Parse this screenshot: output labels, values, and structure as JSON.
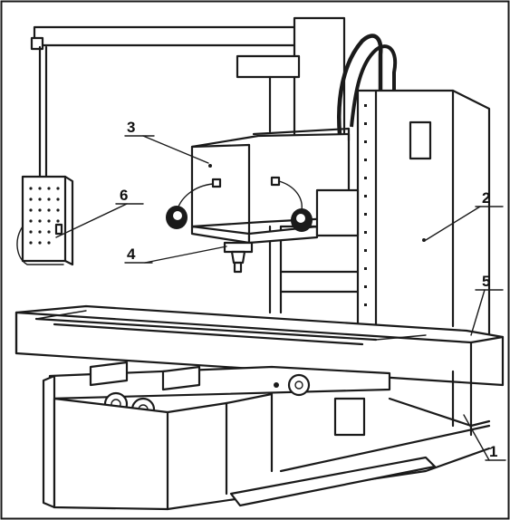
{
  "diagram": {
    "callouts": [
      {
        "id": "3",
        "text": "3"
      },
      {
        "id": "6",
        "text": "6"
      },
      {
        "id": "4",
        "text": "4"
      },
      {
        "id": "2",
        "text": "2"
      },
      {
        "id": "5",
        "text": "5"
      },
      {
        "id": "1",
        "text": "1"
      }
    ],
    "colors": {
      "ink": "#1a1a1a",
      "background": "#ffffff"
    }
  }
}
